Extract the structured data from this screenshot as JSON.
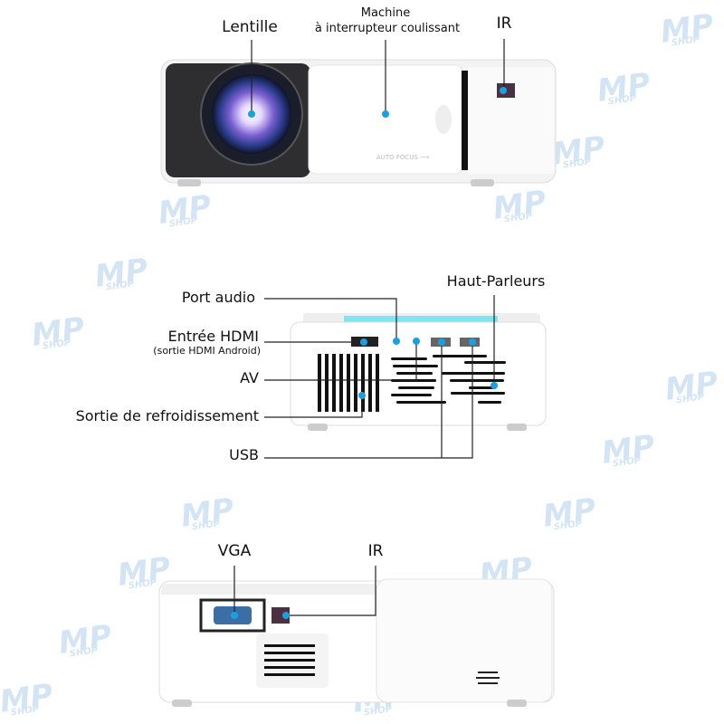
{
  "watermark": {
    "logo_text": "MP",
    "logo_subtext": "SHOP",
    "color": "#9ec6ea"
  },
  "accent_color": "#1aa0e0",
  "front_view": {
    "labels": {
      "lens": "Lentille",
      "slider_line1": "Machine",
      "slider_line2": "à interrupteur coulissant",
      "ir": "IR"
    }
  },
  "rear_view": {
    "labels": {
      "audio": "Port audio",
      "hdmi": "Entrée HDMI",
      "hdmi_sub": "(sortie HDMI Android)",
      "av": "AV",
      "cooling": "Sortie de refroidissement",
      "usb": "USB",
      "speakers": "Haut-Parleurs"
    }
  },
  "side_view": {
    "labels": {
      "vga": "VGA",
      "ir": "IR"
    }
  }
}
